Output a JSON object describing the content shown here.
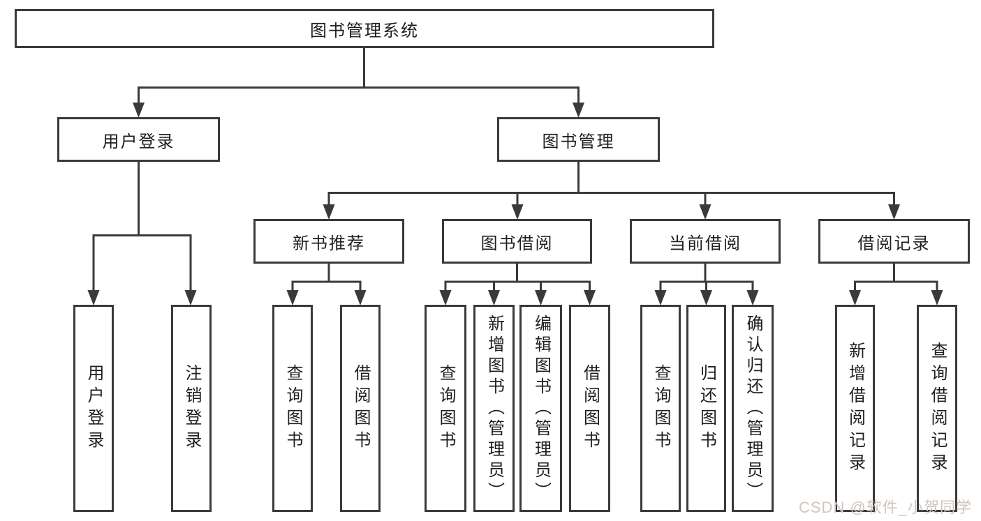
{
  "diagram": {
    "title": "图书管理系统",
    "type": "hierarchy-tree",
    "colors": {
      "line": "#3a3a3a",
      "box_border": "#3a3a3a",
      "box_fill": "#ffffff",
      "text": "#1f1f1f",
      "background": "#ffffff",
      "watermark": "#cfc6c0"
    },
    "labels": {
      "root": "图书管理系统",
      "user_login": "用户登录",
      "book_mgmt": "图书管理",
      "new_book_rec": "新书推荐",
      "book_borrow": "图书借阅",
      "current_borrow": "当前借阅",
      "borrow_record": "借阅记录",
      "leaf_user_login": "用户登录",
      "leaf_logout": "注销登录",
      "leaf_rec_query": "查询图书",
      "leaf_rec_borrow": "借阅图书",
      "leaf_bb_query": "查询图书",
      "leaf_bb_add": "新增图书（管理员）",
      "leaf_bb_edit": "编辑图书（管理员）",
      "leaf_bb_borrow": "借阅图书",
      "leaf_cb_query": "查询图书",
      "leaf_cb_return": "归还图书",
      "leaf_cb_confirm": "确认归还（管理员）",
      "leaf_br_add": "新增借阅记录",
      "leaf_br_query": "查询借阅记录"
    },
    "tree": {
      "label": "图书管理系统",
      "children": [
        {
          "label": "用户登录",
          "children": [
            {
              "label": "用户登录"
            },
            {
              "label": "注销登录"
            }
          ]
        },
        {
          "label": "图书管理",
          "children": [
            {
              "label": "新书推荐",
              "children": [
                {
                  "label": "查询图书"
                },
                {
                  "label": "借阅图书"
                }
              ]
            },
            {
              "label": "图书借阅",
              "children": [
                {
                  "label": "查询图书"
                },
                {
                  "label": "新增图书（管理员）"
                },
                {
                  "label": "编辑图书（管理员）"
                },
                {
                  "label": "借阅图书"
                }
              ]
            },
            {
              "label": "当前借阅",
              "children": [
                {
                  "label": "查询图书"
                },
                {
                  "label": "归还图书"
                },
                {
                  "label": "确认归还（管理员）"
                }
              ]
            },
            {
              "label": "借阅记录",
              "children": [
                {
                  "label": "新增借阅记录"
                },
                {
                  "label": "查询借阅记录"
                }
              ]
            }
          ]
        }
      ]
    }
  },
  "watermark": {
    "text": "CSDN @软件_小贺同学"
  }
}
